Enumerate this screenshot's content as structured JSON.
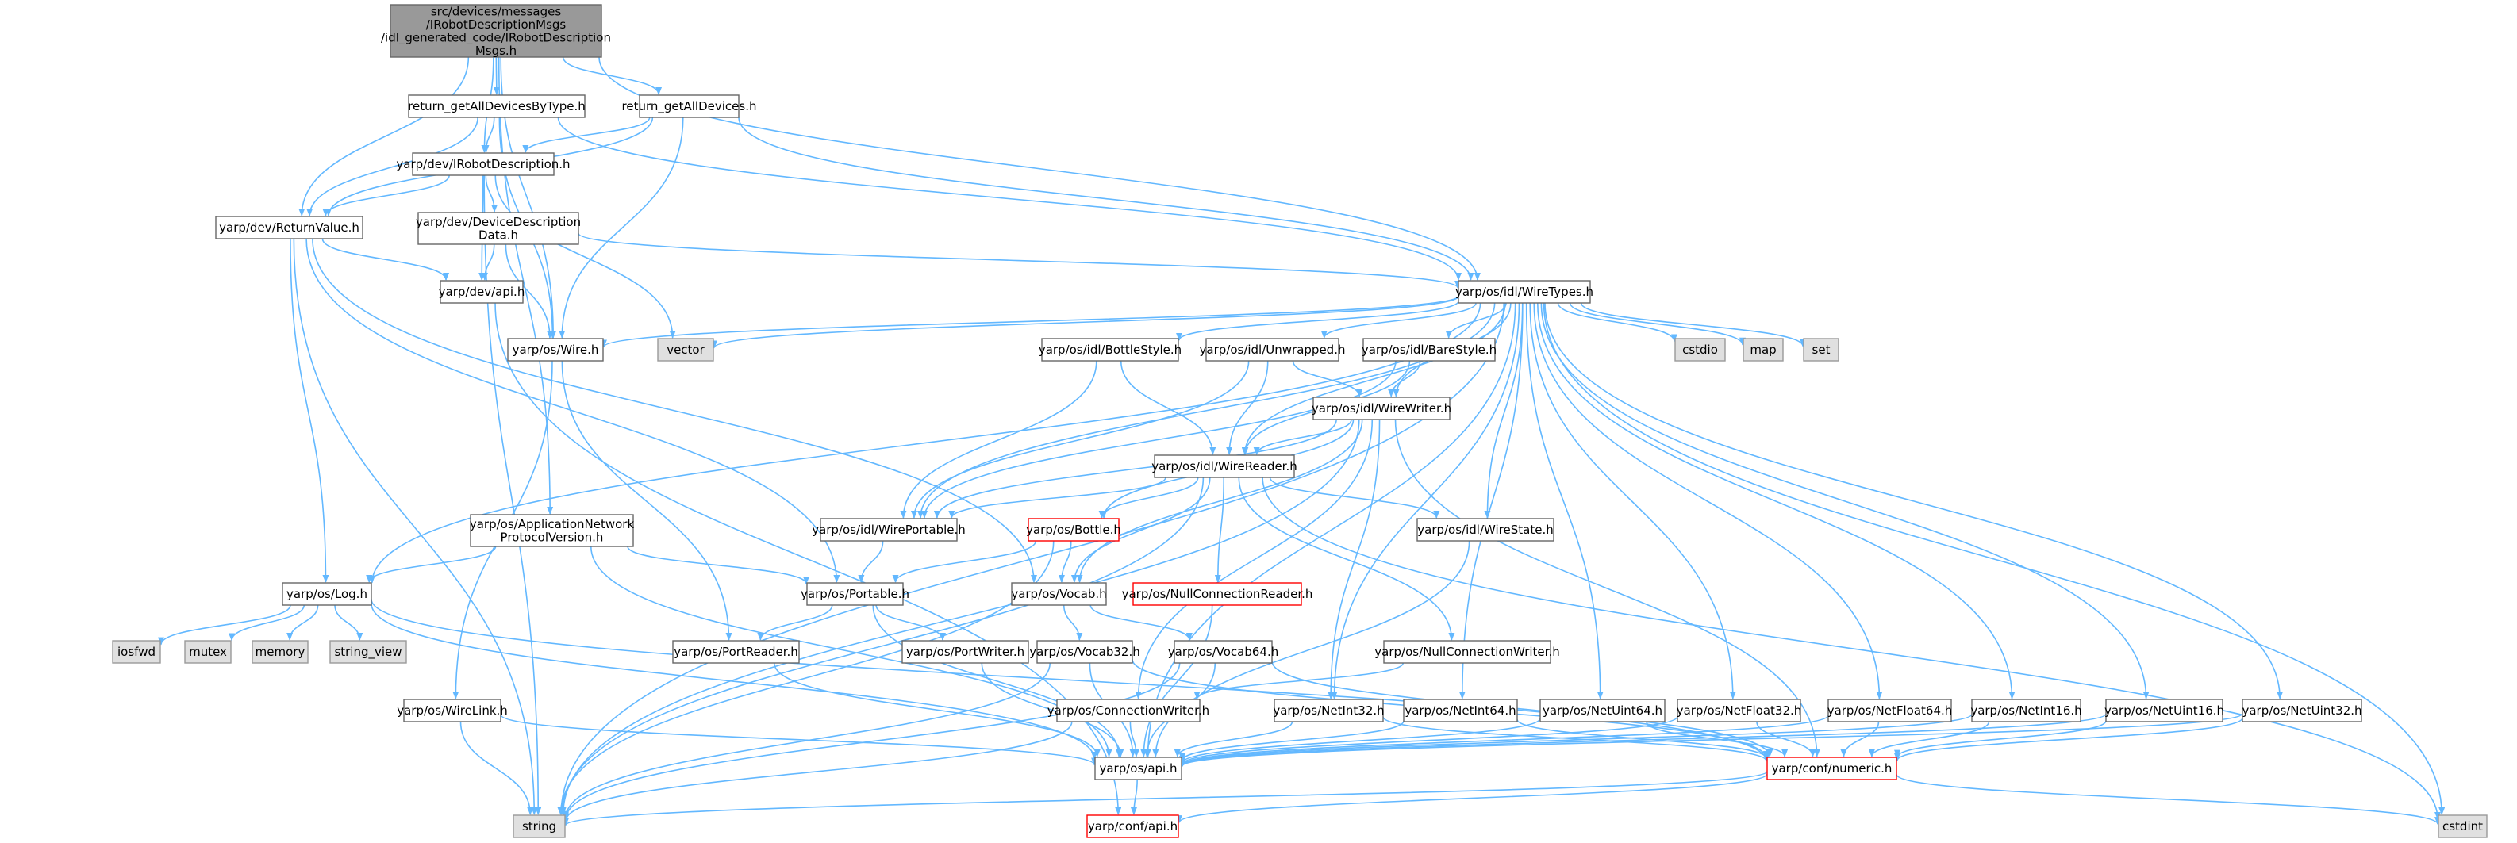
{
  "colors": {
    "edge": "#63b8ff",
    "node_border": "#666666",
    "node_fill": "#ffffff",
    "root_fill": "#999999",
    "root_border": "#666666",
    "system_fill": "#e0e0e0",
    "system_border": "#999999",
    "truncated_border": "#ff0000"
  },
  "nodes": [
    {
      "id": "root",
      "lines": [
        "src/devices/messages",
        "/IRobotDescriptionMsgs",
        "/idl_generated_code/IRobotDescription",
        "Msgs.h"
      ],
      "kind": "root"
    },
    {
      "id": "retByType",
      "lines": [
        "return_getAllDevicesByType.h"
      ],
      "kind": "normal"
    },
    {
      "id": "retAll",
      "lines": [
        "return_getAllDevices.h"
      ],
      "kind": "normal"
    },
    {
      "id": "irobot",
      "lines": [
        "yarp/dev/IRobotDescription.h"
      ],
      "kind": "normal"
    },
    {
      "id": "retval",
      "lines": [
        "yarp/dev/ReturnValue.h"
      ],
      "kind": "normal"
    },
    {
      "id": "devdesc",
      "lines": [
        "yarp/dev/DeviceDescription",
        "Data.h"
      ],
      "kind": "normal"
    },
    {
      "id": "devapi",
      "lines": [
        "yarp/dev/api.h"
      ],
      "kind": "normal"
    },
    {
      "id": "wire",
      "lines": [
        "yarp/os/Wire.h"
      ],
      "kind": "normal"
    },
    {
      "id": "vector",
      "lines": [
        "vector"
      ],
      "kind": "system"
    },
    {
      "id": "wiretypes",
      "lines": [
        "yarp/os/idl/WireTypes.h"
      ],
      "kind": "normal"
    },
    {
      "id": "cstdio",
      "lines": [
        "cstdio"
      ],
      "kind": "system"
    },
    {
      "id": "map",
      "lines": [
        "map"
      ],
      "kind": "system"
    },
    {
      "id": "set",
      "lines": [
        "set"
      ],
      "kind": "system"
    },
    {
      "id": "bottlestyle",
      "lines": [
        "yarp/os/idl/BottleStyle.h"
      ],
      "kind": "normal"
    },
    {
      "id": "unwrapped",
      "lines": [
        "yarp/os/idl/Unwrapped.h"
      ],
      "kind": "normal"
    },
    {
      "id": "barestyle",
      "lines": [
        "yarp/os/idl/BareStyle.h"
      ],
      "kind": "normal"
    },
    {
      "id": "wirewriter",
      "lines": [
        "yarp/os/idl/WireWriter.h"
      ],
      "kind": "normal"
    },
    {
      "id": "wirereader",
      "lines": [
        "yarp/os/idl/WireReader.h"
      ],
      "kind": "normal"
    },
    {
      "id": "wireportable",
      "lines": [
        "yarp/os/idl/WirePortable.h"
      ],
      "kind": "normal"
    },
    {
      "id": "bottle",
      "lines": [
        "yarp/os/Bottle.h"
      ],
      "kind": "truncated"
    },
    {
      "id": "wirestate",
      "lines": [
        "yarp/os/idl/WireState.h"
      ],
      "kind": "normal"
    },
    {
      "id": "appnet",
      "lines": [
        "yarp/os/ApplicationNetwork",
        "ProtocolVersion.h"
      ],
      "kind": "normal"
    },
    {
      "id": "log",
      "lines": [
        "yarp/os/Log.h"
      ],
      "kind": "normal"
    },
    {
      "id": "portable",
      "lines": [
        "yarp/os/Portable.h"
      ],
      "kind": "normal"
    },
    {
      "id": "vocab",
      "lines": [
        "yarp/os/Vocab.h"
      ],
      "kind": "normal"
    },
    {
      "id": "nullconnreader",
      "lines": [
        "yarp/os/NullConnectionReader.h"
      ],
      "kind": "truncated"
    },
    {
      "id": "iosfwd",
      "lines": [
        "iosfwd"
      ],
      "kind": "system"
    },
    {
      "id": "mutex",
      "lines": [
        "mutex"
      ],
      "kind": "system"
    },
    {
      "id": "memory",
      "lines": [
        "memory"
      ],
      "kind": "system"
    },
    {
      "id": "string_view",
      "lines": [
        "string_view"
      ],
      "kind": "system"
    },
    {
      "id": "portreader",
      "lines": [
        "yarp/os/PortReader.h"
      ],
      "kind": "normal"
    },
    {
      "id": "portwriter",
      "lines": [
        "yarp/os/PortWriter.h"
      ],
      "kind": "normal"
    },
    {
      "id": "vocab32",
      "lines": [
        "yarp/os/Vocab32.h"
      ],
      "kind": "normal"
    },
    {
      "id": "vocab64",
      "lines": [
        "yarp/os/Vocab64.h"
      ],
      "kind": "normal"
    },
    {
      "id": "nullconnwriter",
      "lines": [
        "yarp/os/NullConnectionWriter.h"
      ],
      "kind": "normal"
    },
    {
      "id": "wirelink",
      "lines": [
        "yarp/os/WireLink.h"
      ],
      "kind": "normal"
    },
    {
      "id": "connwriter",
      "lines": [
        "yarp/os/ConnectionWriter.h"
      ],
      "kind": "normal"
    },
    {
      "id": "netint32",
      "lines": [
        "yarp/os/NetInt32.h"
      ],
      "kind": "normal"
    },
    {
      "id": "netint64",
      "lines": [
        "yarp/os/NetInt64.h"
      ],
      "kind": "normal"
    },
    {
      "id": "netuint64",
      "lines": [
        "yarp/os/NetUint64.h"
      ],
      "kind": "normal"
    },
    {
      "id": "netfloat32",
      "lines": [
        "yarp/os/NetFloat32.h"
      ],
      "kind": "normal"
    },
    {
      "id": "netfloat64",
      "lines": [
        "yarp/os/NetFloat64.h"
      ],
      "kind": "normal"
    },
    {
      "id": "netint16",
      "lines": [
        "yarp/os/NetInt16.h"
      ],
      "kind": "normal"
    },
    {
      "id": "netuint16",
      "lines": [
        "yarp/os/NetUint16.h"
      ],
      "kind": "normal"
    },
    {
      "id": "netuint32",
      "lines": [
        "yarp/os/NetUint32.h"
      ],
      "kind": "normal"
    },
    {
      "id": "osapi",
      "lines": [
        "yarp/os/api.h"
      ],
      "kind": "normal"
    },
    {
      "id": "confnumeric",
      "lines": [
        "yarp/conf/numeric.h"
      ],
      "kind": "truncated"
    },
    {
      "id": "string",
      "lines": [
        "string"
      ],
      "kind": "system"
    },
    {
      "id": "confapi",
      "lines": [
        "yarp/conf/api.h"
      ],
      "kind": "truncated"
    },
    {
      "id": "cstdint",
      "lines": [
        "cstdint"
      ],
      "kind": "system"
    }
  ],
  "edges": [
    [
      "root",
      "retByType"
    ],
    [
      "root",
      "retAll"
    ],
    [
      "root",
      "irobot"
    ],
    [
      "root",
      "retval"
    ],
    [
      "root",
      "wire"
    ],
    [
      "root",
      "wiretypes"
    ],
    [
      "root",
      "appnet"
    ],
    [
      "retByType",
      "irobot"
    ],
    [
      "retByType",
      "retval"
    ],
    [
      "retByType",
      "wire"
    ],
    [
      "retByType",
      "wiretypes"
    ],
    [
      "retAll",
      "irobot"
    ],
    [
      "retAll",
      "retval"
    ],
    [
      "retAll",
      "wire"
    ],
    [
      "retAll",
      "wiretypes"
    ],
    [
      "irobot",
      "retval"
    ],
    [
      "irobot",
      "devdesc"
    ],
    [
      "irobot",
      "devapi"
    ],
    [
      "irobot",
      "vector"
    ],
    [
      "irobot",
      "string"
    ],
    [
      "retval",
      "devapi"
    ],
    [
      "retval",
      "log"
    ],
    [
      "retval",
      "portable"
    ],
    [
      "retval",
      "vocab"
    ],
    [
      "retval",
      "string"
    ],
    [
      "devdesc",
      "devapi"
    ],
    [
      "devdesc",
      "wire"
    ],
    [
      "devdesc",
      "wiretypes"
    ],
    [
      "devapi",
      "confapi"
    ],
    [
      "wire",
      "portreader"
    ],
    [
      "wire",
      "wirelink"
    ],
    [
      "wiretypes",
      "wire"
    ],
    [
      "wiretypes",
      "vector"
    ],
    [
      "wiretypes",
      "cstdio"
    ],
    [
      "wiretypes",
      "map"
    ],
    [
      "wiretypes",
      "set"
    ],
    [
      "wiretypes",
      "bottlestyle"
    ],
    [
      "wiretypes",
      "unwrapped"
    ],
    [
      "wiretypes",
      "barestyle"
    ],
    [
      "wiretypes",
      "wirewriter"
    ],
    [
      "wiretypes",
      "wirereader"
    ],
    [
      "wiretypes",
      "wireportable"
    ],
    [
      "wiretypes",
      "wirestate"
    ],
    [
      "wiretypes",
      "log"
    ],
    [
      "wiretypes",
      "string"
    ],
    [
      "wiretypes",
      "cstdint"
    ],
    [
      "wiretypes",
      "osapi"
    ],
    [
      "wiretypes",
      "netint32"
    ],
    [
      "wiretypes",
      "netint64"
    ],
    [
      "wiretypes",
      "netuint64"
    ],
    [
      "wiretypes",
      "netfloat32"
    ],
    [
      "wiretypes",
      "netfloat64"
    ],
    [
      "wiretypes",
      "netint16"
    ],
    [
      "wiretypes",
      "netuint16"
    ],
    [
      "wiretypes",
      "netuint32"
    ],
    [
      "bottlestyle",
      "wirereader"
    ],
    [
      "bottlestyle",
      "wireportable"
    ],
    [
      "unwrapped",
      "wirewriter"
    ],
    [
      "unwrapped",
      "wirereader"
    ],
    [
      "unwrapped",
      "wireportable"
    ],
    [
      "barestyle",
      "wirewriter"
    ],
    [
      "barestyle",
      "wirereader"
    ],
    [
      "barestyle",
      "wireportable"
    ],
    [
      "wirewriter",
      "wirereader"
    ],
    [
      "wirewriter",
      "wireportable"
    ],
    [
      "wirewriter",
      "bottle"
    ],
    [
      "wirewriter",
      "vocab"
    ],
    [
      "wirewriter",
      "connwriter"
    ],
    [
      "wirewriter",
      "netint32"
    ],
    [
      "wirewriter",
      "confnumeric"
    ],
    [
      "wirewriter",
      "string"
    ],
    [
      "wirereader",
      "wireportable"
    ],
    [
      "wirereader",
      "bottle"
    ],
    [
      "wirereader",
      "vocab"
    ],
    [
      "wirereader",
      "nullconnreader"
    ],
    [
      "wirereader",
      "wirestate"
    ],
    [
      "wirereader",
      "nullconnwriter"
    ],
    [
      "wirereader",
      "string"
    ],
    [
      "wirereader",
      "cstdint"
    ],
    [
      "wireportable",
      "portable"
    ],
    [
      "bottle",
      "portable"
    ],
    [
      "bottle",
      "vocab"
    ],
    [
      "bottle",
      "string"
    ],
    [
      "wirestate",
      "osapi"
    ],
    [
      "appnet",
      "log"
    ],
    [
      "appnet",
      "portable"
    ],
    [
      "appnet",
      "osapi"
    ],
    [
      "log",
      "iosfwd"
    ],
    [
      "log",
      "mutex"
    ],
    [
      "log",
      "memory"
    ],
    [
      "log",
      "string_view"
    ],
    [
      "log",
      "osapi"
    ],
    [
      "log",
      "confnumeric"
    ],
    [
      "portable",
      "portreader"
    ],
    [
      "portable",
      "portwriter"
    ],
    [
      "portable",
      "osapi"
    ],
    [
      "vocab",
      "vocab32"
    ],
    [
      "vocab",
      "vocab64"
    ],
    [
      "nullconnreader",
      "osapi"
    ],
    [
      "portreader",
      "osapi"
    ],
    [
      "portwriter",
      "osapi"
    ],
    [
      "vocab32",
      "osapi"
    ],
    [
      "vocab32",
      "confnumeric"
    ],
    [
      "vocab32",
      "string"
    ],
    [
      "vocab64",
      "osapi"
    ],
    [
      "vocab64",
      "confnumeric"
    ],
    [
      "vocab64",
      "string"
    ],
    [
      "nullconnwriter",
      "connwriter"
    ],
    [
      "wirelink",
      "osapi"
    ],
    [
      "wirelink",
      "string"
    ],
    [
      "connwriter",
      "osapi"
    ],
    [
      "connwriter",
      "string"
    ],
    [
      "netint32",
      "osapi"
    ],
    [
      "netint32",
      "confnumeric"
    ],
    [
      "netint64",
      "osapi"
    ],
    [
      "netint64",
      "confnumeric"
    ],
    [
      "netuint64",
      "osapi"
    ],
    [
      "netuint64",
      "confnumeric"
    ],
    [
      "netfloat32",
      "osapi"
    ],
    [
      "netfloat32",
      "confnumeric"
    ],
    [
      "netfloat64",
      "osapi"
    ],
    [
      "netfloat64",
      "confnumeric"
    ],
    [
      "netint16",
      "osapi"
    ],
    [
      "netint16",
      "confnumeric"
    ],
    [
      "netuint16",
      "osapi"
    ],
    [
      "netuint16",
      "confnumeric"
    ],
    [
      "netuint32",
      "osapi"
    ],
    [
      "netuint32",
      "confnumeric"
    ],
    [
      "osapi",
      "confapi"
    ],
    [
      "confnumeric",
      "confapi"
    ],
    [
      "confnumeric",
      "string"
    ],
    [
      "confnumeric",
      "cstdint"
    ]
  ]
}
